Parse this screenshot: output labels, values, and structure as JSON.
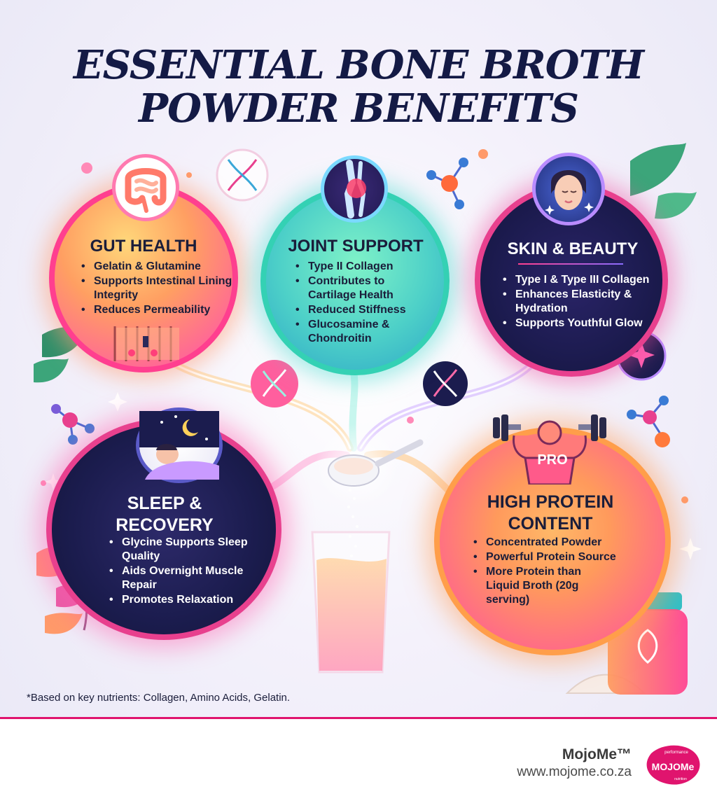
{
  "title": {
    "line1": "ESSENTIAL BONE BROTH",
    "line2": "POWDER BENEFITS"
  },
  "cards": {
    "gut": {
      "heading": "GUT HEALTH",
      "items": [
        "Gelatin & Glutamine",
        "Supports Intestinal Lining Integrity",
        "Reduces Permeability"
      ]
    },
    "joint": {
      "heading": "JOINT SUPPORT",
      "items": [
        "Type II Collagen",
        "Contributes to Cartilage Health",
        "Reduced Stiffness",
        "Glucosamine & Chondroitin"
      ]
    },
    "skin": {
      "heading": "SKIN & BEAUTY",
      "items": [
        "Type I & Type III Collagen",
        "Enhances Elasticity & Hydration",
        "Supports Youthful Glow"
      ]
    },
    "sleep": {
      "heading": "SLEEP & RECOVERY",
      "items": [
        "Glycine Supports Sleep Quality",
        "Aids Overnight Muscle Repair",
        "Promotes Relaxation"
      ]
    },
    "protein": {
      "heading": "HIGH PROTEIN CONTENT",
      "badge": "PRO",
      "items": [
        "Concentrated Powder",
        "Powerful Protein Source",
        "More Protein than Liquid Broth (20g serving)"
      ]
    }
  },
  "footnote": "*Based on key nutrients: Collagen, Amino Acids, Gelatin.",
  "footer": {
    "brand": "MojoMe™",
    "website": "www.mojome.co.za",
    "logo_text": "MOJOMe",
    "logo_top_text": "performance",
    "logo_bottom_text": "nutrition"
  },
  "colors": {
    "title": "#141a45",
    "accent_pink": "#e0146e",
    "gut": "#ff5f9e",
    "joint": "#34d1b4",
    "skin": "#1c1b4f",
    "sleep": "#1b1c4e",
    "protein": "#ff9a5c"
  },
  "icons": [
    "intestine-icon",
    "knee-joint-icon",
    "face-icon",
    "sleeping-person-icon",
    "muscle-dumbbell-icon",
    "dna-icon",
    "molecule-icon",
    "leaf-icon",
    "sparkle-icon",
    "spoon-icon",
    "glass-icon",
    "powder-jar-icon"
  ]
}
